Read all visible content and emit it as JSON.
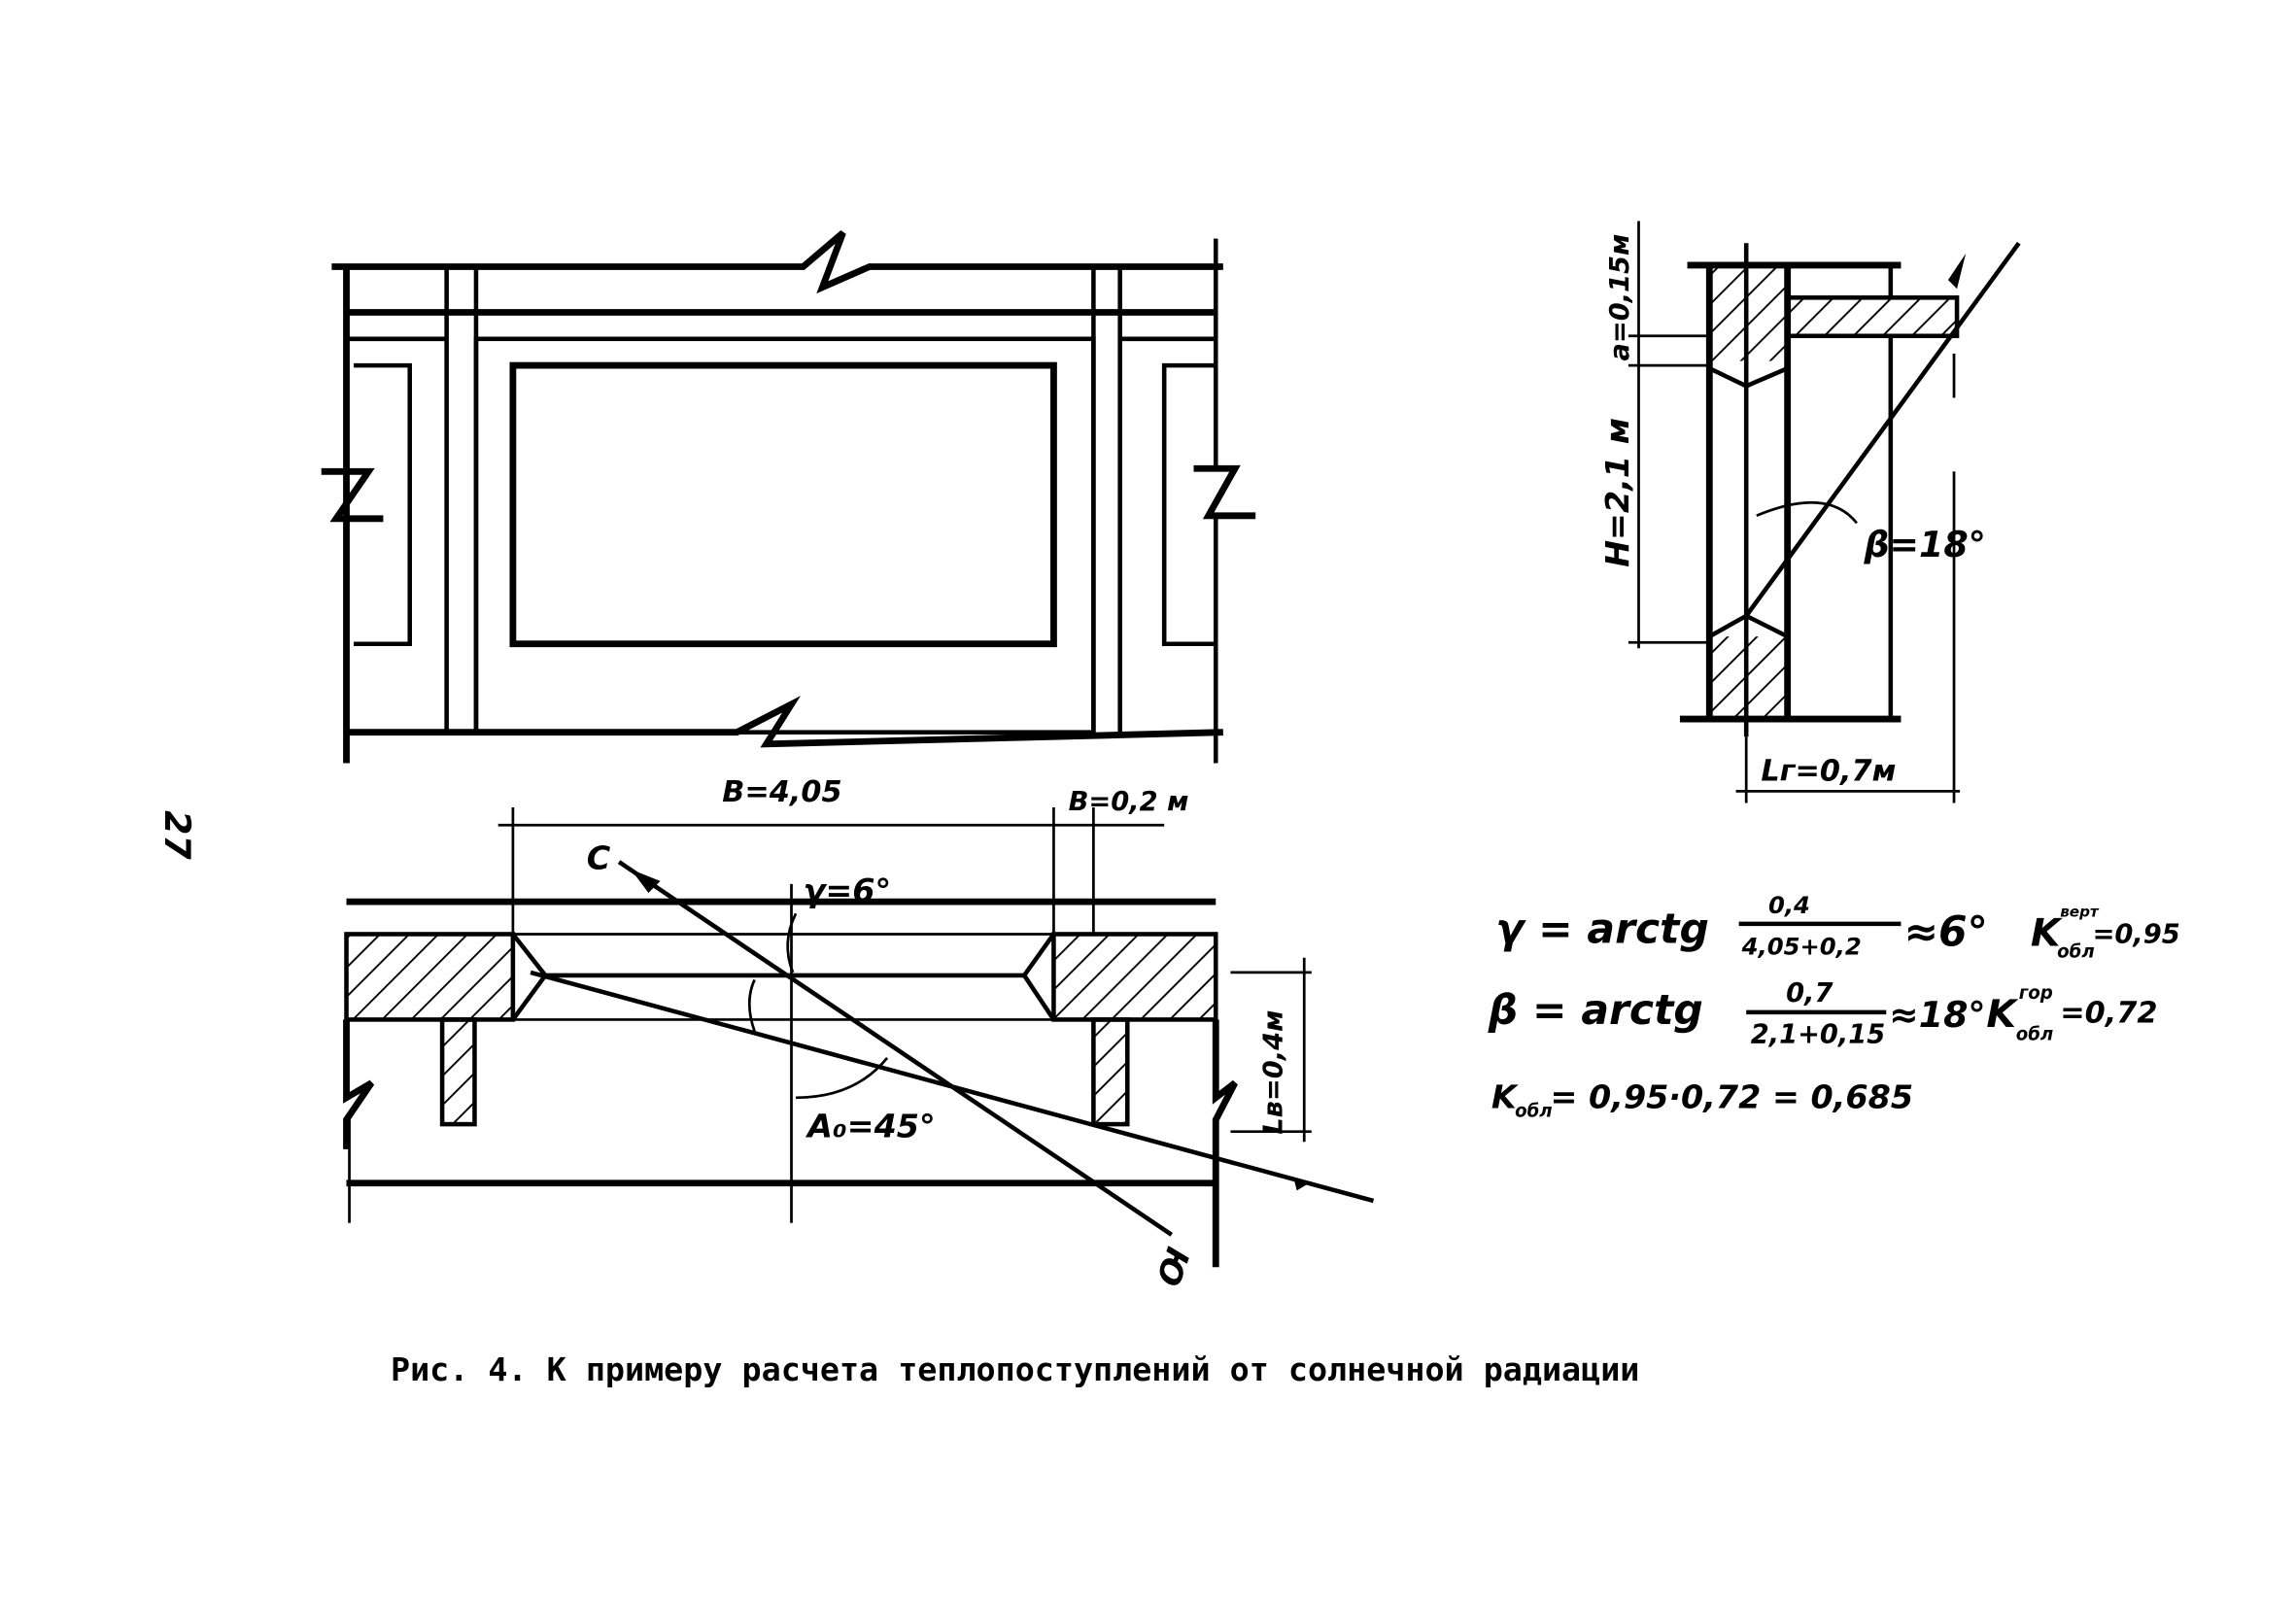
{
  "page_number": "27",
  "caption": "Рис. 4. К примеру расчета теплопоступлений от солнечной радиации",
  "plan_labels": {
    "window_width": "B=4,05",
    "fin_width": "B=0,2 м",
    "gamma": "γ=6°",
    "azimuth": "A₀=45°",
    "fin_depth": "Lв=0,4м",
    "north": "С",
    "south": "Ю"
  },
  "section_labels": {
    "overhang_offset": "a=0,15м",
    "height": "H=2,1 м",
    "beta": "β=18°",
    "overhang_depth": "Lг=0,7м"
  },
  "formulas": {
    "gamma_lhs": "γ = arctg",
    "gamma_num": "0,4",
    "gamma_den": "4,05+0,2",
    "gamma_result": "≈6°",
    "gamma_k": "K",
    "gamma_k_sub": "обл",
    "gamma_k_sup": "верт",
    "gamma_k_val": "=0,95",
    "beta_lhs": "β = arctg",
    "beta_num": "0,7",
    "beta_den": "2,1+0,15",
    "beta_result": "≈18°",
    "beta_k": "K",
    "beta_k_sub": "обл",
    "beta_k_sup": "гор",
    "beta_k_val": "=0,72",
    "total_k": "K",
    "total_k_sub": "обл",
    "total_expr": "= 0,95·0,72 = 0,685"
  }
}
